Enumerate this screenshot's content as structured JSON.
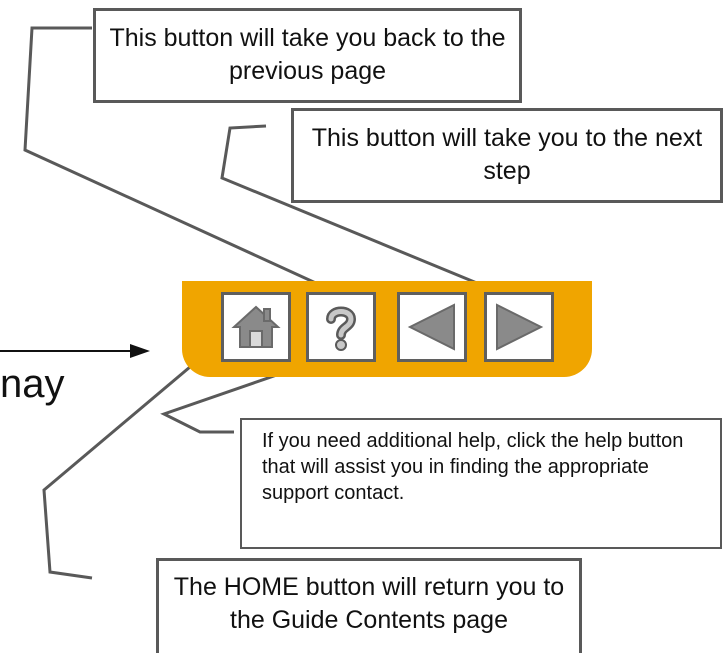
{
  "callouts": {
    "back": "This button will take you back to the previous page",
    "next": "This button will take you to the next step",
    "help": "If you need additional help, click the help button that will assist you in finding the appropriate support contact.",
    "home": "The HOME button will return you to the Guide Contents page"
  },
  "partial_text": "nay",
  "nav_buttons": [
    {
      "name": "home",
      "icon": "home-icon"
    },
    {
      "name": "help",
      "icon": "question-mark-icon"
    },
    {
      "name": "back",
      "icon": "left-triangle-icon"
    },
    {
      "name": "next",
      "icon": "right-triangle-icon"
    }
  ],
  "colors": {
    "nav_bar": "#f0a500",
    "button_border": "#5f5f5f",
    "icon_gray": "#8a8a8a",
    "connector": "#595959"
  }
}
